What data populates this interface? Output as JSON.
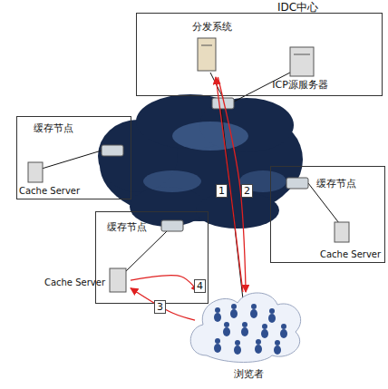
{
  "diagram": {
    "nodes": [
      {
        "text": [
          "IDC中心"
        ]
      },
      {
        "text": [
          "分发系统"
        ],
        "in": 0
      },
      {
        "text": [
          "ICP源服务器"
        ],
        "in": 0
      },
      {
        "text": [
          "缓存节点"
        ]
      },
      {
        "text": [
          "Cache Server"
        ],
        "in": 3
      },
      {
        "text": [
          "缓存节点"
        ]
      },
      {
        "text": [
          "Cache Server"
        ],
        "in": 5
      },
      {
        "text": [
          "缓存节点"
        ]
      },
      {
        "text": [
          "Cache Server"
        ],
        "in": 7
      },
      {
        "text": [
          "浏览者"
        ]
      }
    ],
    "edges": [
      {
        "from": 9,
        "to": 1,
        "arrow": "to",
        "label": "1"
      },
      {
        "from": 1,
        "to": 9,
        "arrow": "to",
        "label": "2"
      },
      {
        "from": 9,
        "to": 8,
        "arrow": "to",
        "label": "3"
      },
      {
        "from": 8,
        "to": 9,
        "arrow": "to",
        "label": "4"
      }
    ]
  }
}
